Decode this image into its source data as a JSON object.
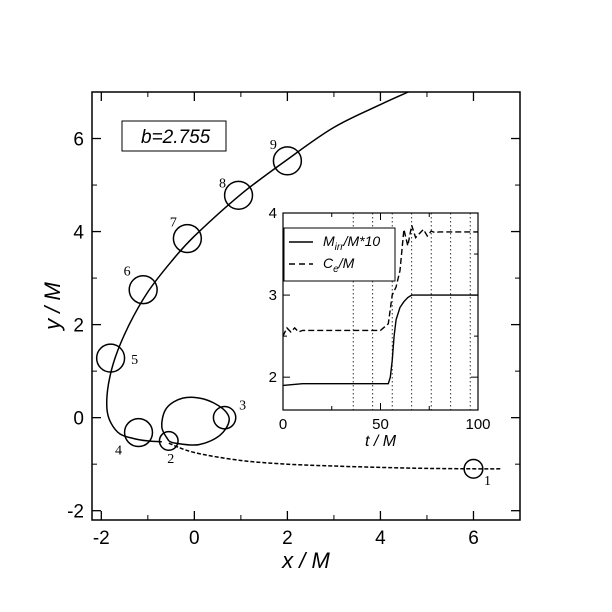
{
  "chart_data": [
    {
      "type": "line",
      "title": "",
      "xlabel": "x / M",
      "ylabel": "y / M",
      "xlim": [
        -2.2,
        7.0
      ],
      "ylim": [
        -2.2,
        7.0
      ],
      "xticks": [
        -2,
        0,
        2,
        4,
        6
      ],
      "yticks": [
        -2,
        0,
        2,
        4,
        6
      ],
      "annotation": "b=2.755",
      "series": [
        {
          "line_style": "solid",
          "x": [
            4.6,
            4.0,
            3.0,
            2.0,
            1.0,
            0.0,
            -0.5,
            -1.0,
            -1.4,
            -1.7,
            -1.85,
            -1.88,
            -1.8,
            -1.6,
            -1.3,
            -1.0,
            -0.7
          ],
          "y": [
            7.0,
            6.73,
            6.24,
            5.55,
            4.8,
            3.9,
            3.35,
            2.7,
            2.0,
            1.3,
            0.7,
            0.2,
            -0.1,
            -0.35,
            -0.45,
            -0.5,
            -0.52
          ]
        },
        {
          "line_style": "solid",
          "x": [
            -0.55,
            -0.7,
            -0.6,
            -0.25,
            0.2,
            0.6,
            0.75,
            0.55,
            0.1,
            -0.4,
            -0.55
          ],
          "y": [
            -0.5,
            -0.2,
            0.2,
            0.42,
            0.4,
            0.2,
            -0.05,
            -0.38,
            -0.58,
            -0.55,
            -0.5
          ]
        },
        {
          "line_style": "dashed",
          "x": [
            -0.55,
            0.0,
            1.0,
            2.0,
            3.0,
            4.0,
            5.0,
            6.0,
            6.6
          ],
          "y": [
            -0.55,
            -0.75,
            -0.92,
            -1.0,
            -1.04,
            -1.07,
            -1.09,
            -1.1,
            -1.1
          ]
        }
      ],
      "markers": [
        {
          "label": "1",
          "x": 6.0,
          "y": -1.1,
          "r": 0.2
        },
        {
          "label": "2",
          "x": -0.55,
          "y": -0.5,
          "r": 0.2
        },
        {
          "label": "3",
          "x": 0.65,
          "y": 0.0,
          "r": 0.24
        },
        {
          "label": "4",
          "x": -1.2,
          "y": -0.32,
          "r": 0.3
        },
        {
          "label": "5",
          "x": -1.8,
          "y": 1.28,
          "r": 0.3
        },
        {
          "label": "6",
          "x": -1.1,
          "y": 2.75,
          "r": 0.3
        },
        {
          "label": "7",
          "x": -0.15,
          "y": 3.85,
          "r": 0.3
        },
        {
          "label": "8",
          "x": 0.95,
          "y": 4.78,
          "r": 0.3
        },
        {
          "label": "9",
          "x": 2.0,
          "y": 5.52,
          "r": 0.3
        }
      ]
    },
    {
      "type": "line",
      "title": "",
      "xlabel": "t / M",
      "ylabel": "",
      "xlim": [
        0,
        100
      ],
      "ylim": [
        1.6,
        4.0
      ],
      "xticks": [
        0,
        50,
        100
      ],
      "yticks": [
        2,
        3,
        4
      ],
      "vlines": [
        36,
        46,
        56,
        66,
        76,
        86,
        96
      ],
      "legend_position": "top-left",
      "series": [
        {
          "name": "M_irr/M*10",
          "line_style": "solid",
          "t": [
            0,
            10,
            20,
            30,
            40,
            50,
            54,
            55,
            56,
            57,
            58,
            60,
            62,
            64,
            66,
            70,
            80,
            90,
            100
          ],
          "v": [
            1.9,
            1.92,
            1.92,
            1.92,
            1.92,
            1.92,
            1.92,
            2.0,
            2.2,
            2.5,
            2.7,
            2.85,
            2.92,
            2.97,
            3.0,
            3.0,
            3.0,
            3.0,
            3.0
          ]
        },
        {
          "name": "C_e/M",
          "line_style": "dashed",
          "t": [
            0,
            2,
            4,
            6,
            8,
            10,
            20,
            30,
            40,
            50,
            54,
            56,
            58,
            60,
            62,
            64,
            66,
            68,
            70,
            72,
            74,
            76,
            78,
            80,
            90,
            100
          ],
          "v": [
            2.5,
            2.6,
            2.55,
            2.6,
            2.55,
            2.57,
            2.57,
            2.57,
            2.57,
            2.57,
            2.65,
            3.0,
            3.1,
            3.3,
            3.8,
            3.6,
            3.85,
            3.7,
            3.75,
            3.8,
            3.72,
            3.78,
            3.76,
            3.77,
            3.77,
            3.77
          ]
        }
      ]
    }
  ],
  "legend": {
    "entries": [
      {
        "main": "M",
        "sub": "irr",
        "rest": "/M*10"
      },
      {
        "main": "C",
        "sub": "e",
        "rest": "/M"
      }
    ]
  }
}
